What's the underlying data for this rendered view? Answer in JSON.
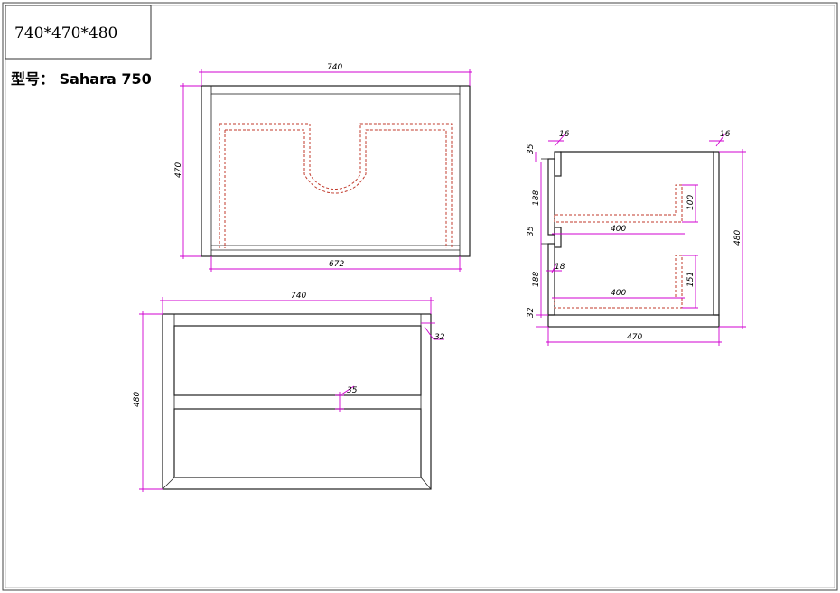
{
  "title_block": {
    "size_label": "740*470*480",
    "model_label": "型号： Sahara 750"
  },
  "top_view": {
    "dim_width": "740",
    "dim_depth": "470",
    "dim_inner": "672"
  },
  "front_view": {
    "dim_width": "740",
    "dim_height": "480",
    "dim_frame": "32",
    "dim_gap": "35"
  },
  "side_view": {
    "dim_left_top": "35",
    "dim_panel_top": "16",
    "dim_panel_right": "16",
    "dim_upper_drawer": "188",
    "dim_mid": "35",
    "dim_lower_drawer": "188",
    "dim_front": "18",
    "dim_base": "32",
    "dim_upper_box_depth": "400",
    "dim_upper_box_height": "100",
    "dim_lower_box_depth": "400",
    "dim_lower_box_height": "151",
    "dim_total_height": "480",
    "dim_total_depth": "470"
  }
}
